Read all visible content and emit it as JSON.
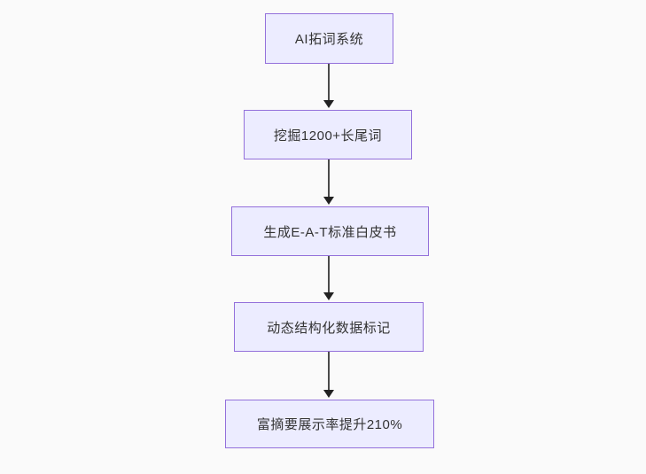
{
  "diagram": {
    "type": "flowchart-vertical",
    "background_color": "#fafafa",
    "node_fill_color": "#ECECFF",
    "node_border_color": "#9370DB",
    "text_color": "#333333",
    "arrow_color": "#4a4a4a",
    "arrowhead_color": "#222222",
    "nodes": [
      {
        "id": "A",
        "label": "AI拓词系统"
      },
      {
        "id": "B",
        "label": "挖掘1200+长尾词"
      },
      {
        "id": "C",
        "label": "生成E-A-T标准白皮书"
      },
      {
        "id": "D",
        "label": "动态结构化数据标记"
      },
      {
        "id": "E",
        "label": "富摘要展示率提升210%"
      }
    ],
    "edges": [
      {
        "from": "A",
        "to": "B"
      },
      {
        "from": "B",
        "to": "C"
      },
      {
        "from": "C",
        "to": "D"
      },
      {
        "from": "D",
        "to": "E"
      }
    ]
  }
}
